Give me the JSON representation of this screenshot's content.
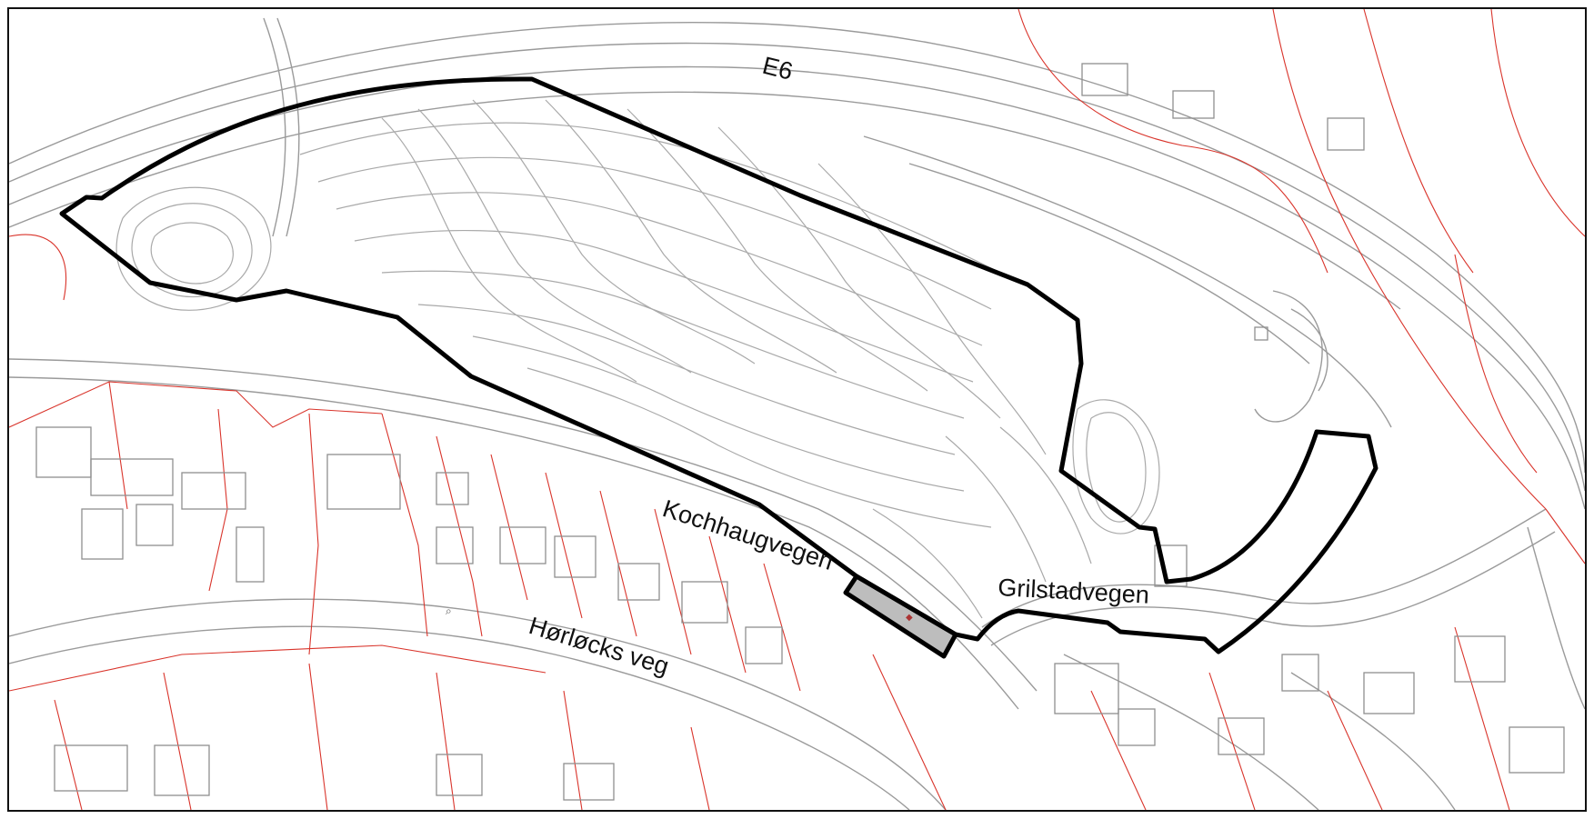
{
  "map": {
    "labels": {
      "e6": "E6",
      "kochhaugvegen": "Kochhaugvegen",
      "grilstadvegen": "Grilstadvegen",
      "horlocks_veg": "Hørløcks veg"
    },
    "colors": {
      "boundary": "#000000",
      "property_lines": "#d9342b",
      "contours": "#a9a9a9",
      "buildings": "#8f8f8f",
      "shaded_parcel": "#bdbdbd"
    }
  }
}
